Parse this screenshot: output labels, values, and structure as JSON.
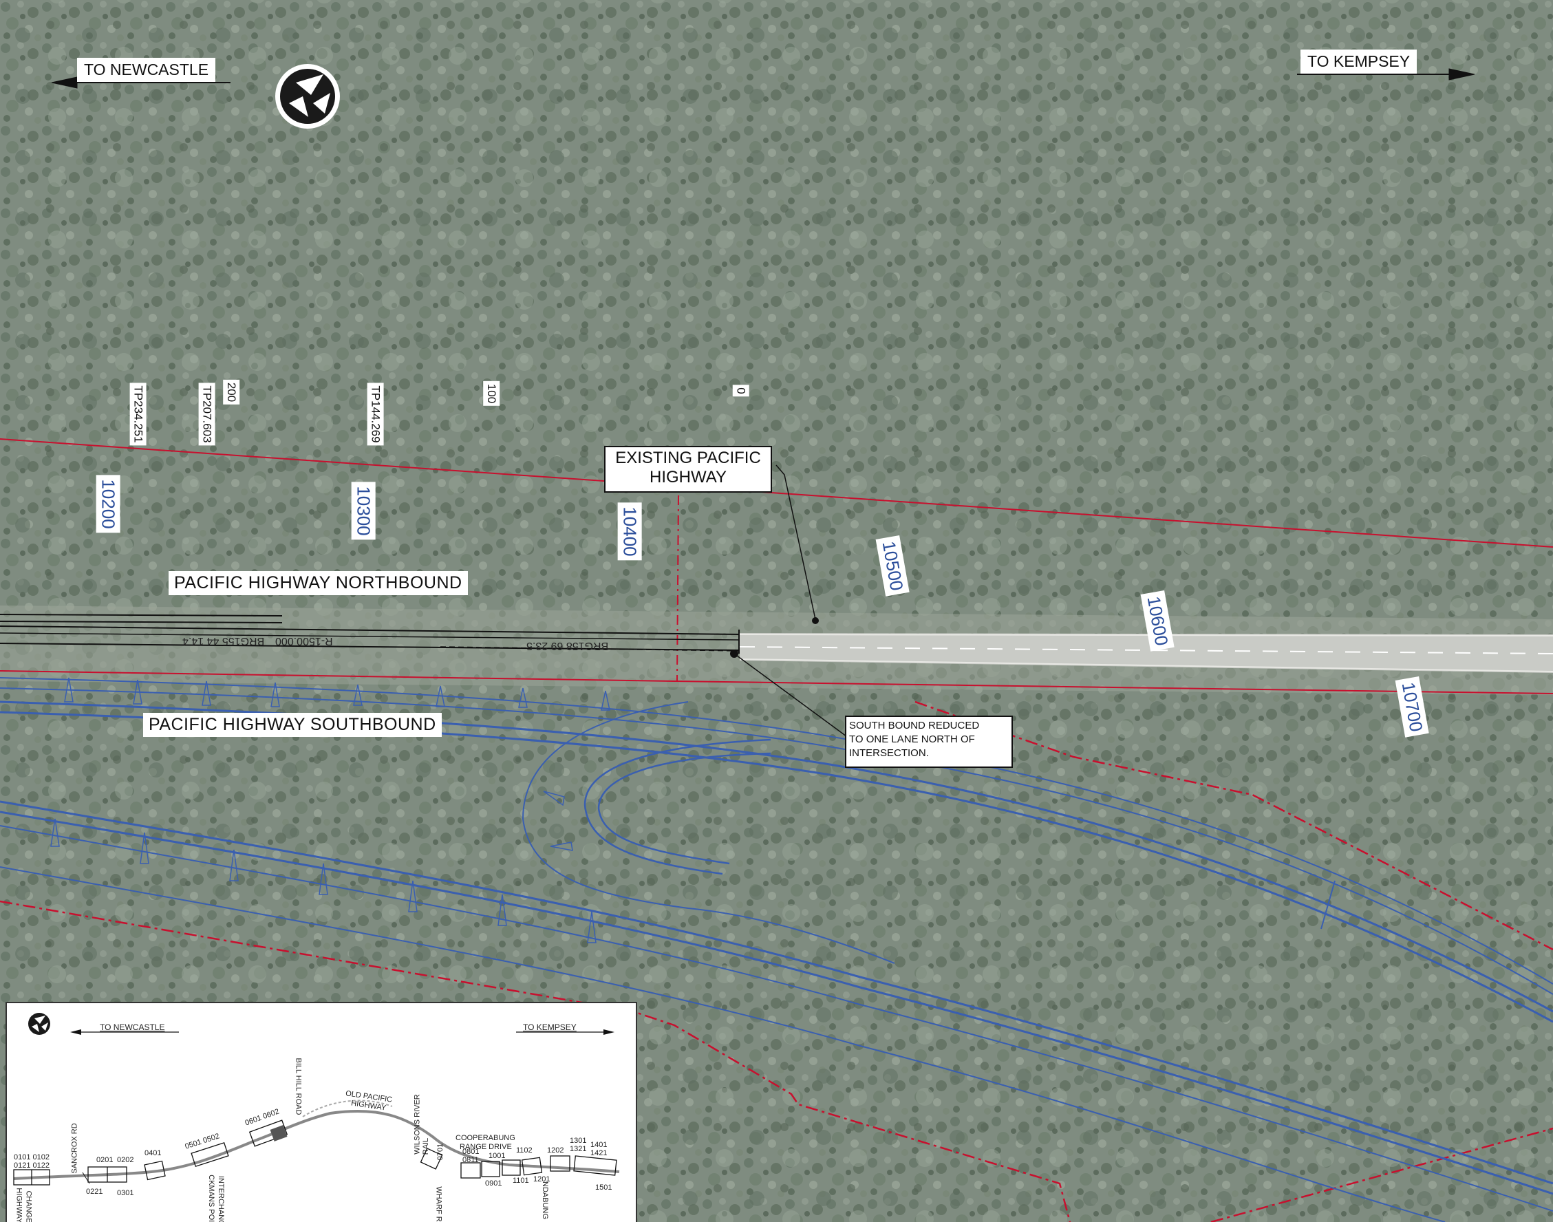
{
  "directions": {
    "newcastle": "TO NEWCASTLE",
    "kempsey": "TO KEMPSEY"
  },
  "icons": {
    "north_arrow": "north-arrow-icon"
  },
  "survey_labels": {
    "tp1": "TP234.251",
    "tp2": "TP207.603",
    "tp3": "TP144.269",
    "m200": "200",
    "m100": "100",
    "m0": "0"
  },
  "chainages": [
    "10200",
    "10300",
    "10400",
    "10500",
    "10600",
    "10700"
  ],
  "roads": {
    "northbound": "PACIFIC HIGHWAY NORTHBOUND",
    "southbound": "PACIFIC HIGHWAY SOUTHBOUND"
  },
  "callouts": {
    "existing_line1": "EXISTING  PACIFIC",
    "existing_line2": "HIGHWAY",
    "southbound_line1": "SOUTH BOUND REDUCED",
    "southbound_line2": "TO ONE LANE NORTH OF",
    "southbound_line3": "INTERSECTION."
  },
  "alignment_text": {
    "brg1": "BRG155 44 14.4",
    "radius": "R-1500.000",
    "brg2": "BRG158 69 23.5"
  },
  "colors": {
    "boundary_red": "#c8102e",
    "design_blue": "#3a5fb0",
    "chainage_blue": "#2b4e9b",
    "vegetation": "#7d8a7e"
  },
  "inset": {
    "to_newcastle": "TO NEWCASTLE",
    "to_kempsey": "TO KEMPSEY",
    "labels": {
      "sancrox": "SANCROX RD",
      "bill_hill": "BILL HILL ROAD",
      "old_pacific_1": "OLD PACIFIC",
      "old_pacific_2": "HIGHWAY",
      "wilsons_1": "WILSONS RIVER",
      "wilsons_2": "RAIL",
      "cooperabung_1": "COOPERABUNG",
      "cooperabung_2": "RANGE DRIVE",
      "highway_1": "HIGHWAY",
      "highway_2": "CHANGE",
      "ckmans_1": "CKMANS POINT",
      "ckmans_2": "INTERCHANGE",
      "wharf": "WHARF RD",
      "ndabung": "NDABUNG RD"
    },
    "sheets": [
      "0101 0102",
      "0121 0122",
      "0201",
      "0202",
      "0221",
      "0301",
      "0401",
      "0501 0502",
      "0601 0602",
      "0701",
      "0801",
      "0811",
      "0901",
      "1001",
      "1101",
      "1102",
      "1201",
      "1202",
      "1301",
      "1321",
      "1401",
      "1421",
      "1501"
    ]
  }
}
